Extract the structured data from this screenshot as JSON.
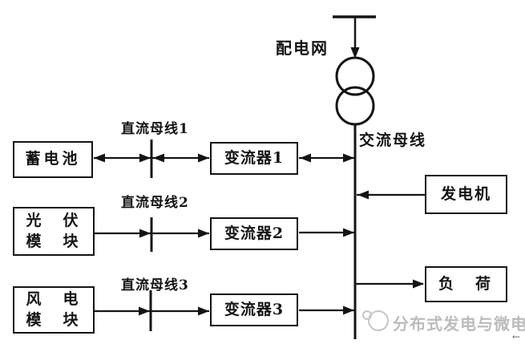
{
  "colors": {
    "line": "#141414",
    "box_border": "#141414",
    "background": "#ffffff",
    "watermark": "#bcbcbc"
  },
  "labels": {
    "grid": "配电网",
    "ac_bus": "交流母线",
    "dc_bus1": "直流母线1",
    "dc_bus2": "直流母线2",
    "dc_bus3": "直流母线3"
  },
  "nodes": {
    "battery": {
      "label": "蓄电池"
    },
    "converter1": {
      "label": "变流器1"
    },
    "converter2": {
      "label": "变流器2"
    },
    "converter3": {
      "label": "变流器3"
    },
    "pv": {
      "line1": "光　伏",
      "line2": "模　块"
    },
    "wind": {
      "line1": "风　电",
      "line2": "模　块"
    },
    "generator": {
      "label": "发电机"
    },
    "load": {
      "label": "负　荷"
    }
  },
  "icons": {
    "transformer": "two-overlapping-circles",
    "grid_symbol": "bus-bar-with-down-arrow"
  },
  "edges": [
    {
      "from": "distribution-grid",
      "to": "transformer",
      "direction": "down"
    },
    {
      "from": "battery",
      "to": "dc-bus-1",
      "direction": "bidirectional"
    },
    {
      "from": "dc-bus-1",
      "to": "converter1",
      "direction": "bidirectional"
    },
    {
      "from": "converter1",
      "to": "ac-bus",
      "direction": "bidirectional"
    },
    {
      "from": "pv",
      "to": "dc-bus-2",
      "direction": "one-way"
    },
    {
      "from": "dc-bus-2",
      "to": "converter2",
      "direction": "one-way"
    },
    {
      "from": "converter2",
      "to": "ac-bus",
      "direction": "one-way"
    },
    {
      "from": "wind",
      "to": "dc-bus-3",
      "direction": "one-way"
    },
    {
      "from": "dc-bus-3",
      "to": "converter3",
      "direction": "one-way"
    },
    {
      "from": "converter3",
      "to": "ac-bus",
      "direction": "one-way"
    },
    {
      "from": "generator",
      "to": "ac-bus",
      "direction": "one-way"
    },
    {
      "from": "ac-bus",
      "to": "load",
      "direction": "one-way"
    }
  ],
  "watermark": {
    "text": "分布式发电与微电网"
  },
  "corner_mark": "←"
}
